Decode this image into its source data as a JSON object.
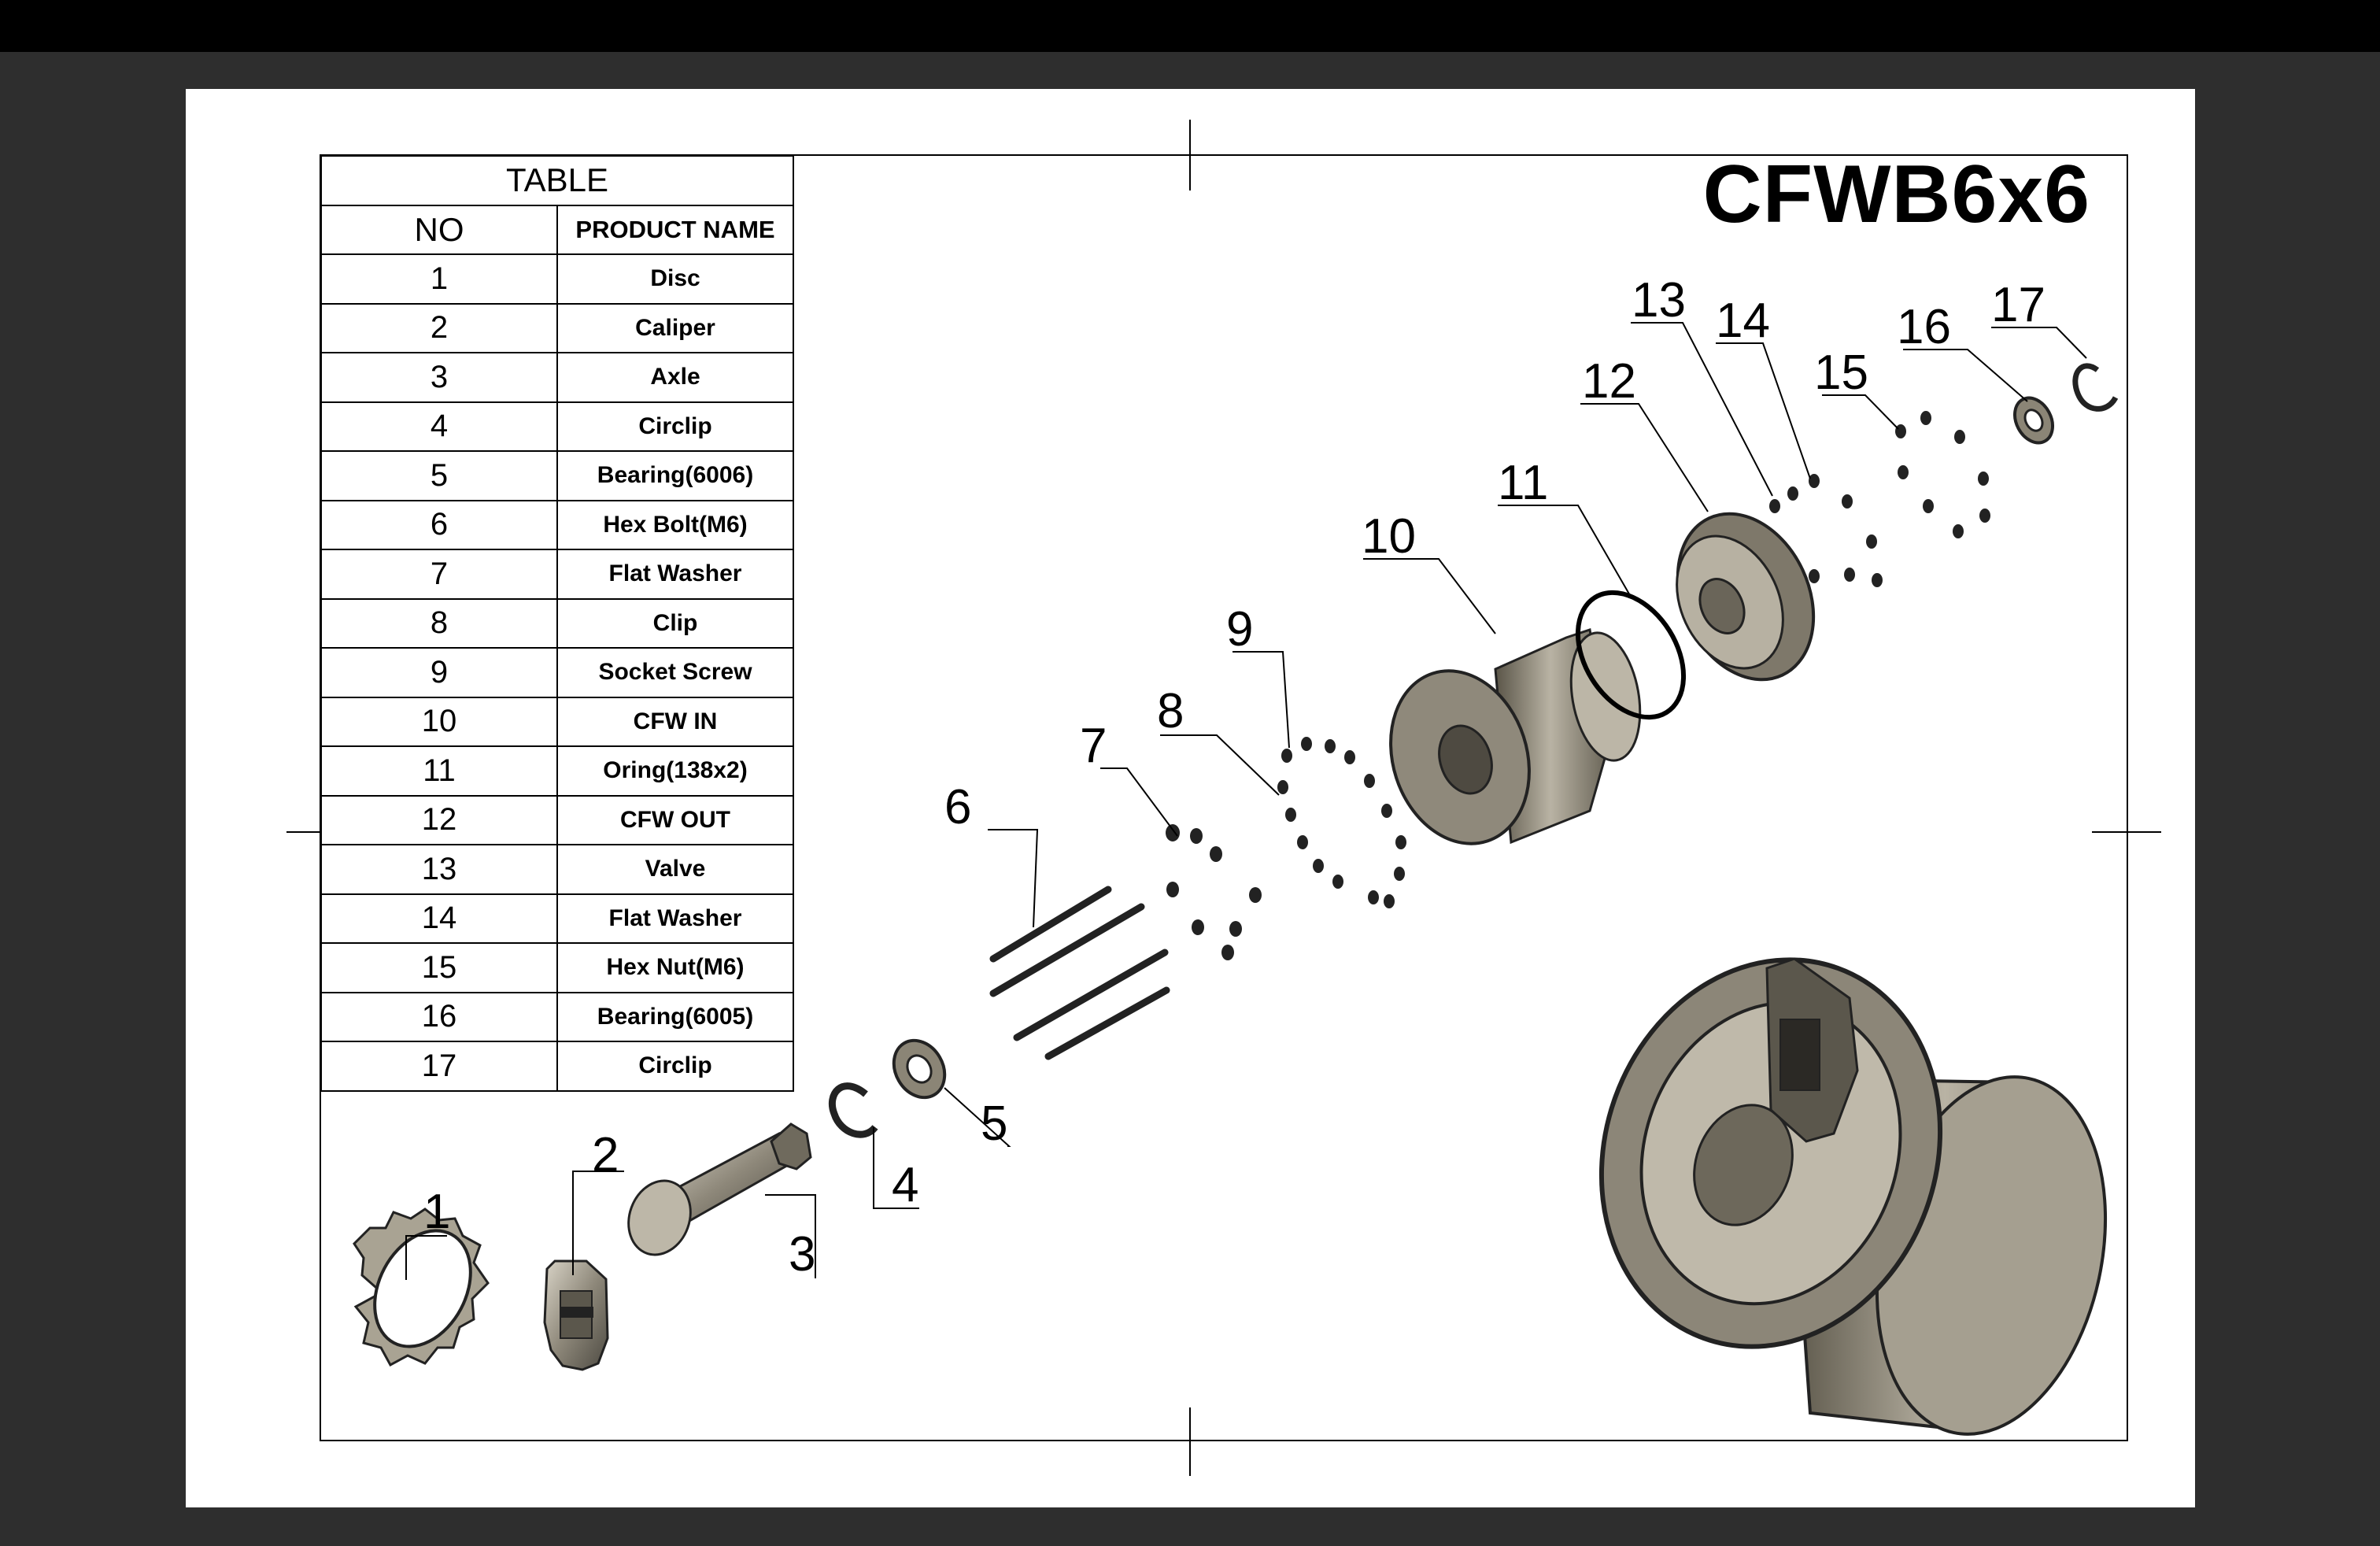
{
  "drawing": {
    "title": "CFWB6x6",
    "table": {
      "title": "TABLE",
      "headers": [
        "NO",
        "PRODUCT NAME"
      ],
      "rows": [
        {
          "no": "1",
          "name": "Disc"
        },
        {
          "no": "2",
          "name": "Caliper"
        },
        {
          "no": "3",
          "name": "Axle"
        },
        {
          "no": "4",
          "name": "Circlip"
        },
        {
          "no": "5",
          "name": "Bearing(6006)"
        },
        {
          "no": "6",
          "name": "Hex Bolt(M6)"
        },
        {
          "no": "7",
          "name": "Flat Washer"
        },
        {
          "no": "8",
          "name": "Clip"
        },
        {
          "no": "9",
          "name": "Socket Screw"
        },
        {
          "no": "10",
          "name": "CFW IN"
        },
        {
          "no": "11",
          "name": "Oring(138x2)"
        },
        {
          "no": "12",
          "name": "CFW OUT"
        },
        {
          "no": "13",
          "name": "Valve"
        },
        {
          "no": "14",
          "name": "Flat Washer"
        },
        {
          "no": "15",
          "name": "Hex Nut(M6)"
        },
        {
          "no": "16",
          "name": "Bearing(6005)"
        },
        {
          "no": "17",
          "name": "Circlip"
        }
      ]
    },
    "callouts": [
      "1",
      "2",
      "3",
      "4",
      "5",
      "6",
      "7",
      "8",
      "9",
      "10",
      "11",
      "12",
      "13",
      "14",
      "15",
      "16",
      "17"
    ]
  }
}
